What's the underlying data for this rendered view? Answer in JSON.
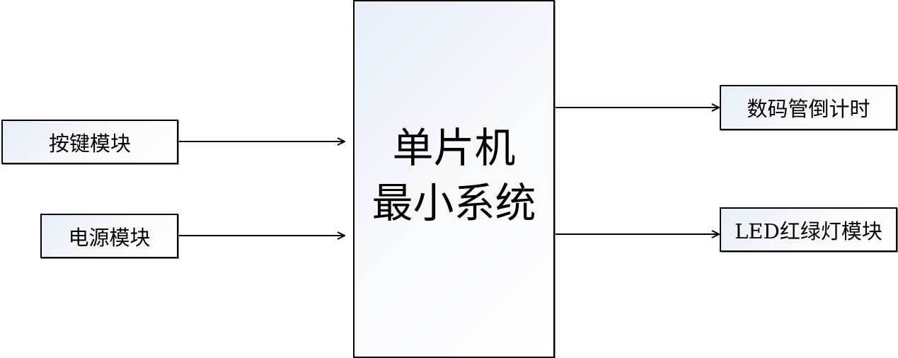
{
  "diagram": {
    "inputs": [
      {
        "label": "按键模块"
      },
      {
        "label": "电源模块"
      }
    ],
    "center": {
      "line1": "单片机",
      "line2": "最小系统"
    },
    "outputs": [
      {
        "label": "数码管倒计时"
      },
      {
        "label": "LED红绿灯模块"
      }
    ],
    "colors": {
      "stroke": "#000000",
      "fill_start": "#e8eef8",
      "fill_end": "#ffffff"
    }
  }
}
